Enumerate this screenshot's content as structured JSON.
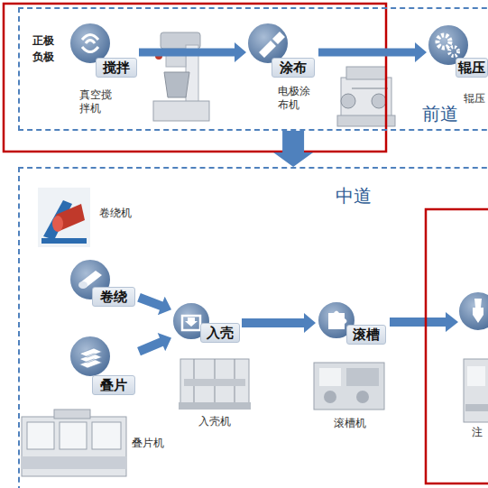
{
  "diagram": {
    "nodes": [
      {
        "text": [
          "前道"
        ]
      },
      {
        "text": [
          "搅拌"
        ],
        "in": 0
      },
      {
        "text": [
          "涂布"
        ],
        "in": 0
      },
      {
        "text": [
          "辊压"
        ],
        "in": 0
      },
      {
        "text": [
          "中道"
        ]
      },
      {
        "text": [
          "卷绕"
        ],
        "in": 4
      },
      {
        "text": [
          "入壳"
        ],
        "in": 4
      },
      {
        "text": [
          "滚槽"
        ],
        "in": 4
      },
      {
        "text": [
          "叠片"
        ],
        "in": 4
      }
    ],
    "edges": [
      {
        "from": 0,
        "to": 4,
        "arrow": "to"
      },
      {
        "from": 1,
        "to": 2,
        "arrow": "to"
      },
      {
        "from": 2,
        "to": 3,
        "arrow": "to"
      },
      {
        "from": 5,
        "to": 6,
        "arrow": "to"
      },
      {
        "from": 8,
        "to": 6,
        "arrow": "to"
      },
      {
        "from": 6,
        "to": 7,
        "arrow": "to"
      }
    ],
    "labels": [
      "正极",
      "负极",
      "真空搅拌机",
      "电极涂布机",
      "辊压",
      "卷绕机",
      "入壳机",
      "叠片机",
      "滚槽机",
      "注"
    ]
  }
}
